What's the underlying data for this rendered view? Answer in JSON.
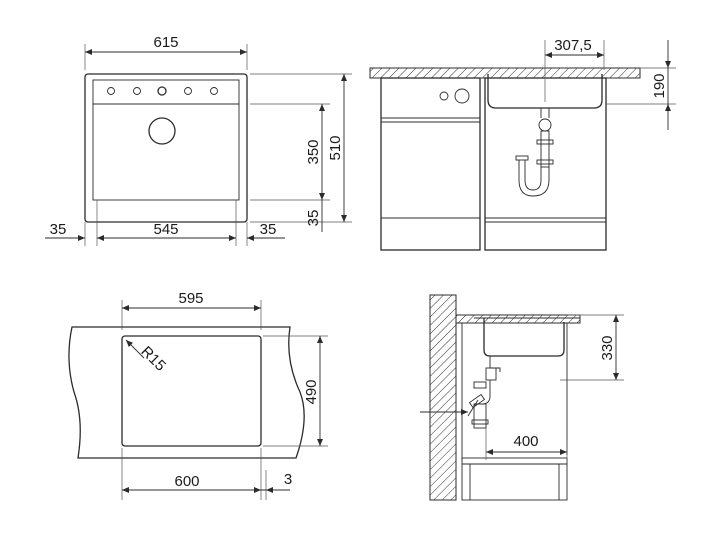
{
  "labels": {
    "top_width": "615",
    "left_margin": "35",
    "inner_width": "545",
    "right_margin": "35",
    "height_350": "350",
    "height_510": "510",
    "height_35": "35",
    "half_width": "307,5",
    "depth_190": "190",
    "cutout_width": "595",
    "radius": "R15",
    "cutout_height": "490",
    "overall_600": "600",
    "offset_3": "3",
    "depth_330": "330",
    "cabinet_400": "400"
  }
}
